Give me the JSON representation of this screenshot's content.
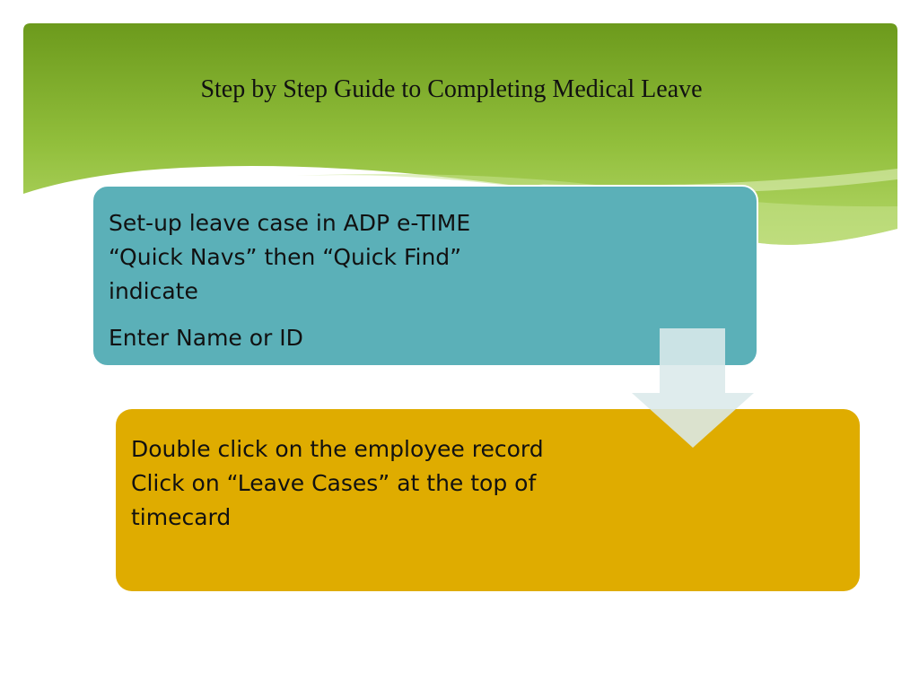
{
  "slide": {
    "title": "Step by Step Guide to Completing Medical Leave"
  },
  "steps": [
    {
      "main": "Set-up leave case in ADP e-TIME “Quick Navs” then “Quick Find” indicate",
      "sub": "Enter Name or ID"
    },
    {
      "main": "Double click on the employee record Click on “Leave Cases” at the top of timecard"
    }
  ],
  "colors": {
    "banner_dark": "#6a9a1a",
    "banner_light": "#b5d86a",
    "step1_fill": "#5bb0b8",
    "step2_fill": "#dfac00",
    "arrow_fill": "#dbe9ea"
  }
}
